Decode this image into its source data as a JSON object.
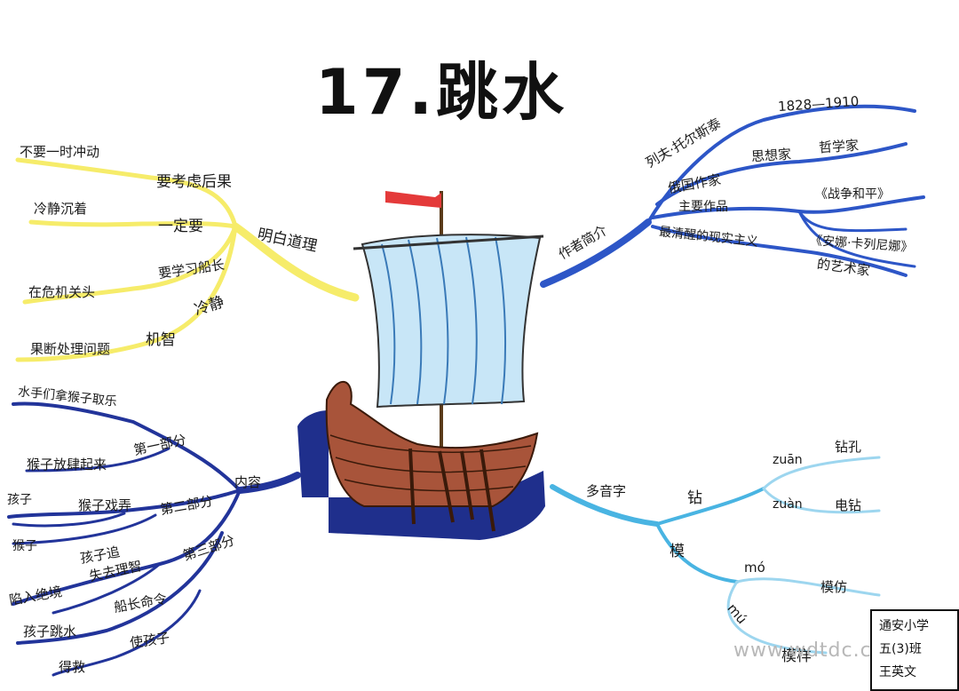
{
  "title": "17.跳水",
  "palette": {
    "yellow": "#f6ec6a",
    "navy": "#22349a",
    "blue": "#2d56c7",
    "cyan": "#49b4e2",
    "lightblue": "#9dd6ef",
    "flag": "#e43a3a",
    "hull": "#a8543a",
    "sea": "#1f2f8c"
  },
  "left_top": {
    "root": "明白道理",
    "items": [
      "要考虑后果",
      "不要一时冲动",
      "一定要",
      "冷静沉着",
      "要学习船长",
      "在危机关头",
      "冷静",
      "机智",
      "果断处理问题"
    ]
  },
  "left_bottom": {
    "root": "内容",
    "items": [
      "第一部分",
      "水手们拿猴子取乐",
      "猴子放肆起来",
      "第二部分",
      "猴子戏弄",
      "孩子",
      "孩子追",
      "猴子",
      "失去理智",
      "陷入绝境",
      "第三部分",
      "船长命令",
      "孩子跳水",
      "使孩子",
      "得救"
    ]
  },
  "right_top": {
    "root": "作者简介",
    "items": [
      "列夫·托尔斯泰",
      "1828—1910",
      "俄国作家",
      "思想家",
      "哲学家",
      "主要作品",
      "《战争和平》",
      "《安娜·卡列尼娜》",
      "最清醒的现实主义",
      "的艺术家"
    ]
  },
  "right_bottom": {
    "root": "多音字",
    "items": [
      "钻",
      "zuān",
      "钻孔",
      "zuàn",
      "电钻",
      "模",
      "mó",
      "模仿",
      "mú",
      "模样"
    ]
  },
  "stamp": [
    "通安小学",
    "五(3)班",
    "王英文"
  ],
  "watermark": "www.wdtdc.com"
}
